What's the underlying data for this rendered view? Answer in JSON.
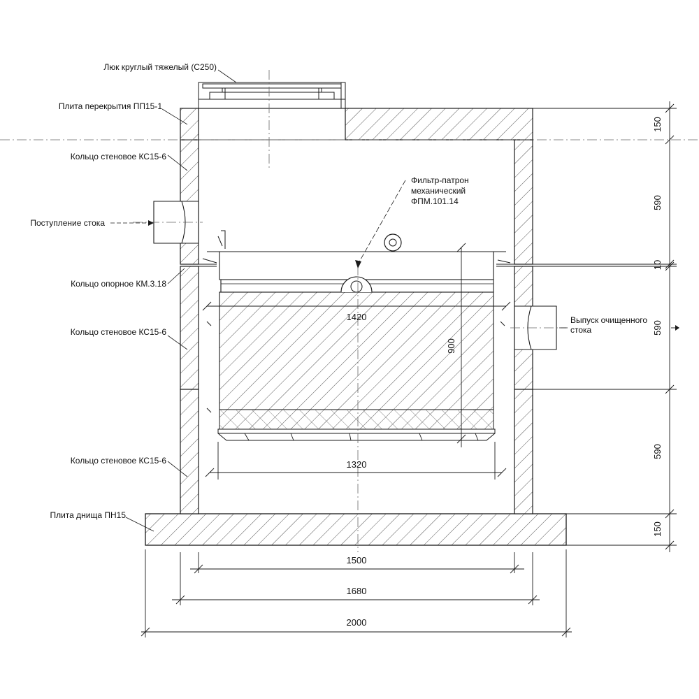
{
  "labels": {
    "hatch_cover": "Люк круглый тяжелый (С250)",
    "top_slab": "Плита перекрытия ПП15-1",
    "wall_ring_1": "Кольцо стеновое КС15-6",
    "inflow": "Поступление стока",
    "support_ring": "Кольцо опорное КМ.3.18",
    "wall_ring_2": "Кольцо стеновое КС15-6",
    "wall_ring_3": "Кольцо стеновое КС15-6",
    "bottom_slab": "Плита днища ПН15",
    "filter_line1": "Фильтр-патрон",
    "filter_line2": "механический",
    "filter_line3": "ФПМ.101.14",
    "outlet_line1": "Выпуск очищенного",
    "outlet_line2": "стока"
  },
  "dimensions": {
    "filter_width_top": "1420",
    "filter_height": "900",
    "filter_width_bottom": "1320",
    "inner_diameter": "1500",
    "outer_diameter": "1680",
    "base_width": "2000",
    "v_top_slab": "150",
    "v_ring_1": "590",
    "v_support": "10",
    "v_ring_2": "590",
    "v_ring_3": "590",
    "v_base": "150"
  },
  "colors": {
    "line": "#1a1a1a",
    "hatch": "#444444",
    "background": "#ffffff"
  }
}
